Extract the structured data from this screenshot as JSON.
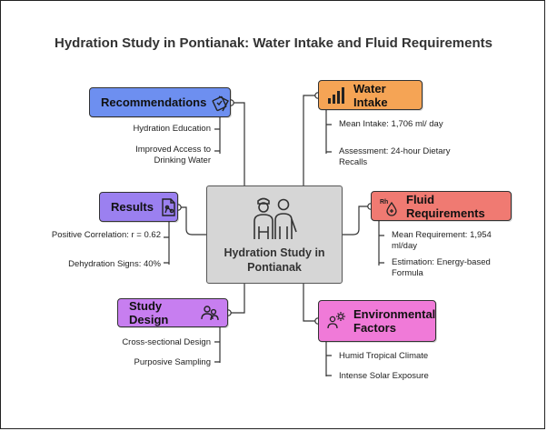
{
  "title": "Hydration Study in Pontianak: Water Intake and Fluid Requirements",
  "center": {
    "label": "Hydration Study in Pontianak",
    "icon": "researchers-icon"
  },
  "branches": [
    {
      "id": "recommendations",
      "label": "Recommendations",
      "icon": "checklist-icon",
      "color": "#6d8ff0",
      "items": [
        "Hydration Education",
        "Improved Access to Drinking Water"
      ]
    },
    {
      "id": "results",
      "label": "Results",
      "icon": "document-chart-icon",
      "color": "#9b80f0",
      "items": [
        "Positive Correlation: r = 0.62",
        "Dehydration Signs: 40%"
      ]
    },
    {
      "id": "study-design",
      "label": "Study Design",
      "icon": "people-group-icon",
      "color": "#c77ef0",
      "items": [
        "Cross-sectional Design",
        "Purposive Sampling"
      ]
    },
    {
      "id": "water-intake",
      "label": "Water Intake",
      "icon": "bar-chart-icon",
      "color": "#f5a455",
      "items": [
        "Mean Intake: 1,706 ml/ day",
        "Assessment: 24-hour Dietary Recalls"
      ]
    },
    {
      "id": "fluid-requirements",
      "label": "Fluid Requirements",
      "icon": "rh-drop-icon",
      "color": "#f07a72",
      "items": [
        "Mean Requirement: 1,954 ml/day",
        "Estimation: Energy-based Formula"
      ]
    },
    {
      "id": "environmental-factors",
      "label": "Environmental Factors",
      "icon": "person-sun-icon",
      "color": "#f07ad8",
      "items": [
        "Humid Tropical Climate",
        "Intense Solar Exposure"
      ]
    }
  ]
}
